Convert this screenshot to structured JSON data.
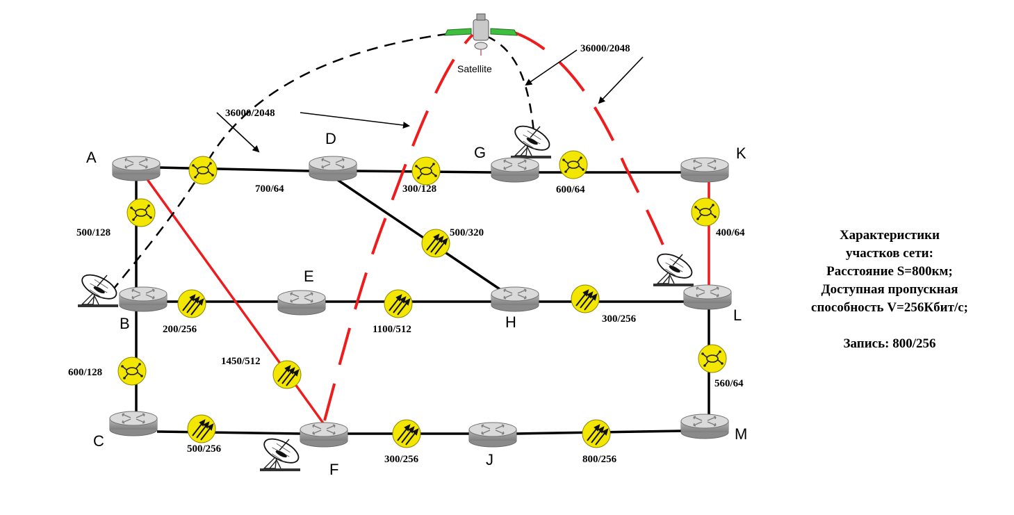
{
  "satellite": {
    "label": "Satellite"
  },
  "satellite_link_labels": [
    "36000/2048",
    "36000/2048"
  ],
  "nodes": [
    {
      "id": "A",
      "label": "A"
    },
    {
      "id": "B",
      "label": "B"
    },
    {
      "id": "C",
      "label": "C"
    },
    {
      "id": "D",
      "label": "D"
    },
    {
      "id": "E",
      "label": "E"
    },
    {
      "id": "F",
      "label": "F"
    },
    {
      "id": "G",
      "label": "G"
    },
    {
      "id": "H",
      "label": "H"
    },
    {
      "id": "J",
      "label": "J"
    },
    {
      "id": "K",
      "label": "K"
    },
    {
      "id": "L",
      "label": "L"
    },
    {
      "id": "M",
      "label": "M"
    }
  ],
  "links": [
    {
      "id": "A-D",
      "label": "700/64",
      "type": "modem",
      "route": false
    },
    {
      "id": "D-G",
      "label": "300/128",
      "type": "modem",
      "route": false
    },
    {
      "id": "G-K",
      "label": "600/64",
      "type": "modem",
      "route": false
    },
    {
      "id": "A-B",
      "label": "500/128",
      "type": "modem",
      "route": false
    },
    {
      "id": "K-L",
      "label": "400/64",
      "type": "modem",
      "route": true
    },
    {
      "id": "D-H",
      "label": "500/320",
      "type": "arrows",
      "route": false
    },
    {
      "id": "B-E",
      "label": "200/256",
      "type": "arrows",
      "route": false
    },
    {
      "id": "E-H",
      "label": "1100/512",
      "type": "arrows",
      "route": false
    },
    {
      "id": "H-L",
      "label": "300/256",
      "type": "arrows",
      "route": false
    },
    {
      "id": "A-F",
      "label": "1450/512",
      "type": "arrows",
      "route": true
    },
    {
      "id": "B-C",
      "label": "600/128",
      "type": "modem",
      "route": false
    },
    {
      "id": "L-M",
      "label": "560/64",
      "type": "modem",
      "route": false
    },
    {
      "id": "C-F",
      "label": "500/256",
      "type": "arrows",
      "route": false
    },
    {
      "id": "F-J",
      "label": "300/256",
      "type": "arrows",
      "route": false
    },
    {
      "id": "J-M",
      "label": "800/256",
      "type": "arrows",
      "route": false
    }
  ],
  "legend": {
    "lines": [
      "Характеристики",
      "участков сети:",
      "Расстояние S=800км;",
      "Доступная пропускная",
      "способность V=256Кбит/с;",
      "",
      "Запись: 800/256"
    ]
  },
  "colors": {
    "route": "#ee1c1c",
    "link": "#000000",
    "icon_fill": "#f3e600",
    "router_top": "#d4d4d4",
    "router_side": "#9a9a9a"
  }
}
